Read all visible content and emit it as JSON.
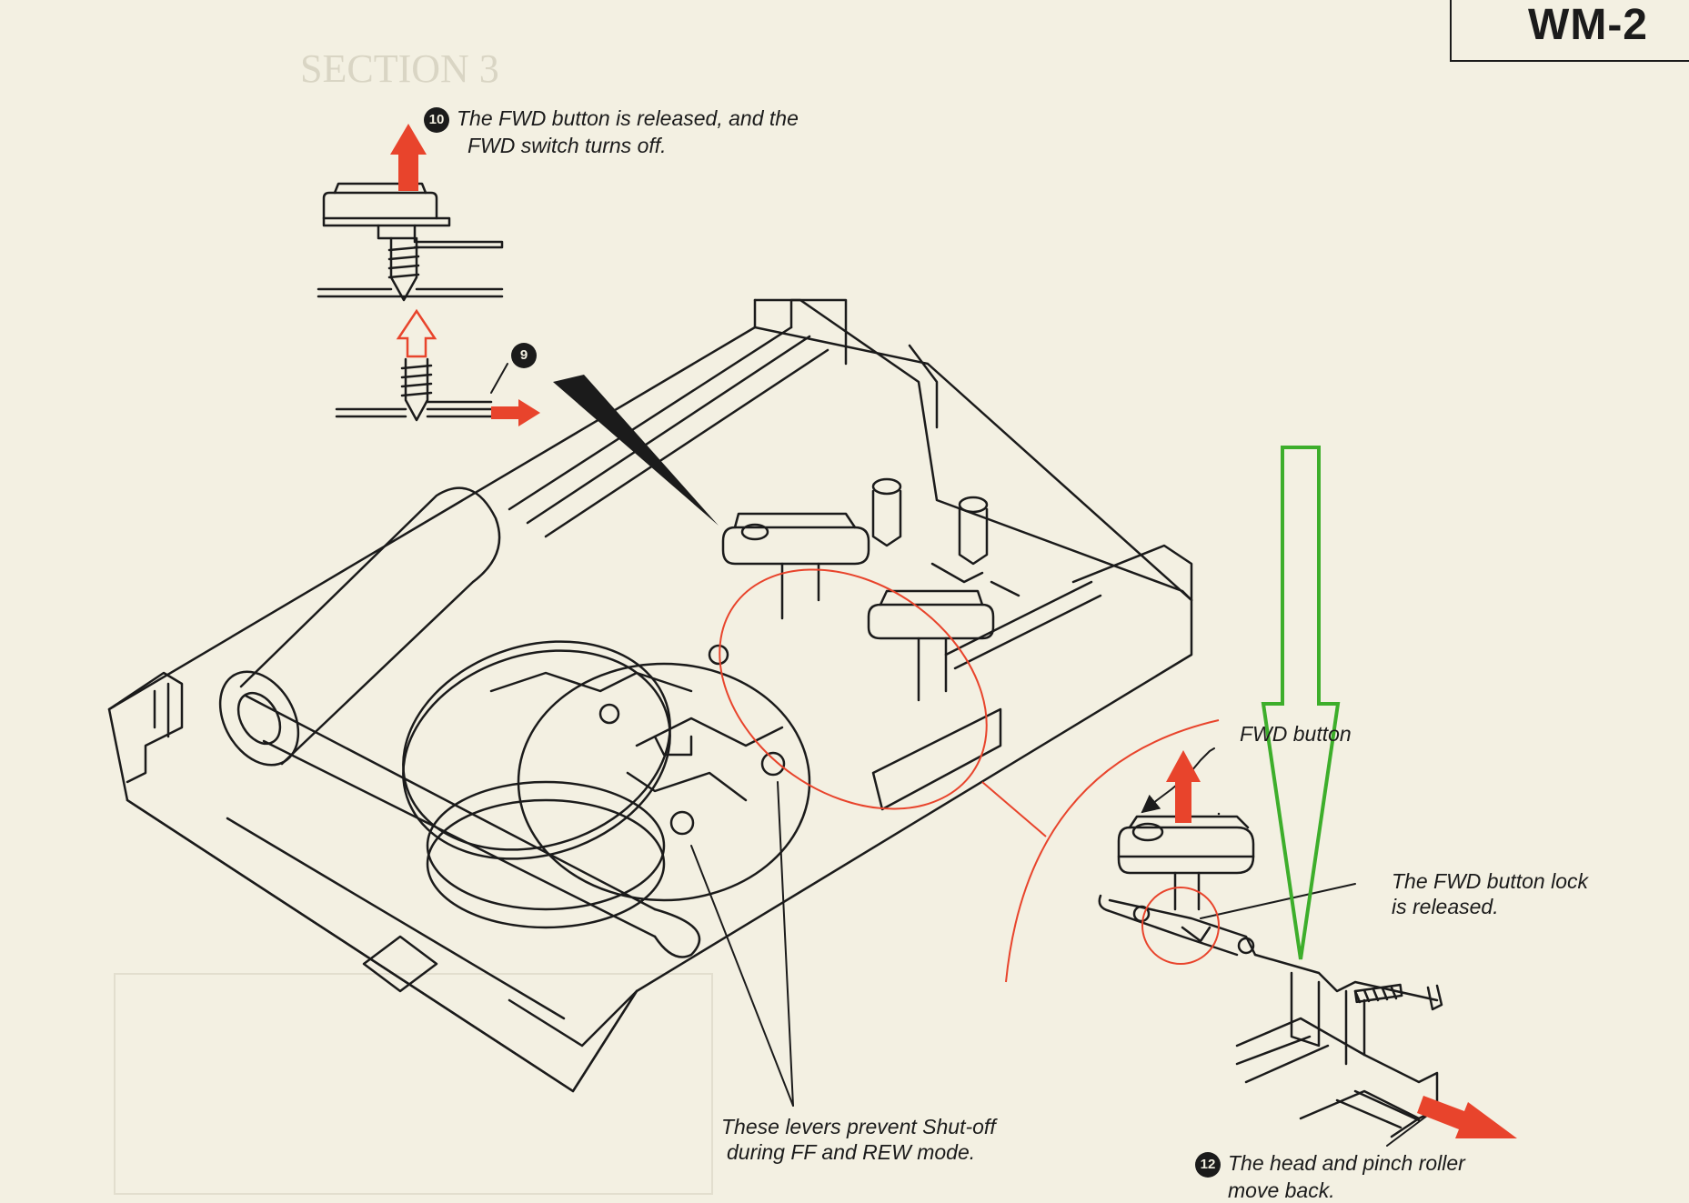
{
  "badge": "WM-2",
  "callouts": {
    "step10_number": "10",
    "step10_line1": "The FWD button is released, and the",
    "step10_line2": "FWD switch turns off.",
    "step9_number": "9",
    "fwd_button": "FWD button",
    "lock_line1": "The FWD button lock",
    "lock_line2": "is released.",
    "levers_line1": "These levers prevent Shut-off",
    "levers_line2": "during FF and REW mode.",
    "step12_number": "12",
    "step12_line1": "The head and pinch roller",
    "step12_line2": "move back."
  },
  "colors": {
    "paper": "#f3f0e2",
    "ink": "#1b1b1b",
    "motion_arrow": "#e8442c",
    "annotation_arrow": "#3dae2b"
  }
}
